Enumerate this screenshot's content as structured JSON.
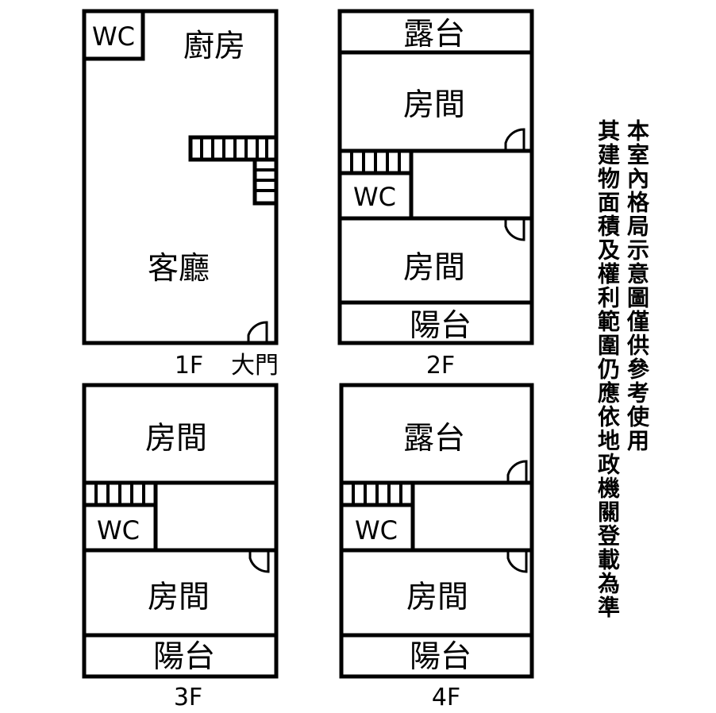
{
  "floors": [
    {
      "id": "1F",
      "label": "1F",
      "rooms": {
        "wc": "WC",
        "kitchen": "廚房",
        "living": "客廳"
      },
      "entrance": "大門"
    },
    {
      "id": "2F",
      "label": "2F",
      "rooms": {
        "terrace": "露台",
        "room_top": "房間",
        "wc": "WC",
        "room_bottom": "房間",
        "balcony": "陽台"
      }
    },
    {
      "id": "3F",
      "label": "3F",
      "rooms": {
        "room_top": "房間",
        "wc": "WC",
        "room_bottom": "房間",
        "balcony": "陽台"
      }
    },
    {
      "id": "4F",
      "label": "4F",
      "rooms": {
        "terrace": "露台",
        "wc": "WC",
        "room_bottom": "房間",
        "balcony": "陽台"
      }
    }
  ],
  "disclaimer": {
    "line1": "本室內格局示意圖僅供參考使用",
    "line2": "其建物面積及權利範圍仍應依地政機關登載為準"
  },
  "colors": {
    "line": "#000000",
    "background": "#ffffff"
  }
}
